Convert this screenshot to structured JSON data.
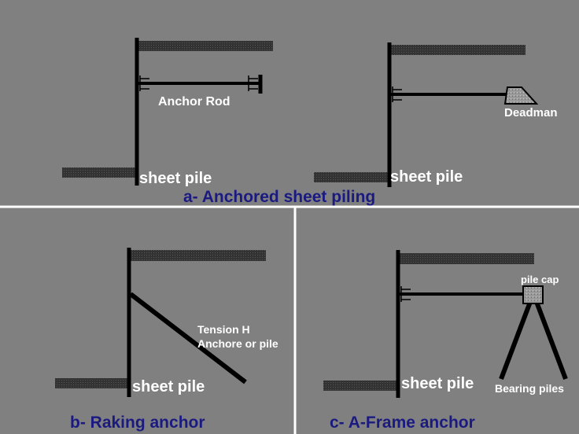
{
  "colors": {
    "background": "#808080",
    "member": "#000000",
    "ground_hatch": "#333333",
    "caption": "#1a1a80",
    "label": "#ffffff",
    "divider": "#ffffff"
  },
  "panel_a": {
    "caption": "a- Anchored sheet piling",
    "left": {
      "rod_label": "Anchor Rod",
      "pile_label": "sheet pile"
    },
    "right": {
      "deadman_label": "Deadman",
      "pile_label": "sheet pile"
    }
  },
  "panel_b": {
    "caption": "b- Raking anchor",
    "anchor_label_line1": "Tension H",
    "anchor_label_line2": "Anchore or pile",
    "pile_label": "sheet pile"
  },
  "panel_c": {
    "caption": "c- A-Frame anchor",
    "cap_label": "pile cap",
    "piles_label": "Bearing piles",
    "pile_label": "sheet pile"
  }
}
